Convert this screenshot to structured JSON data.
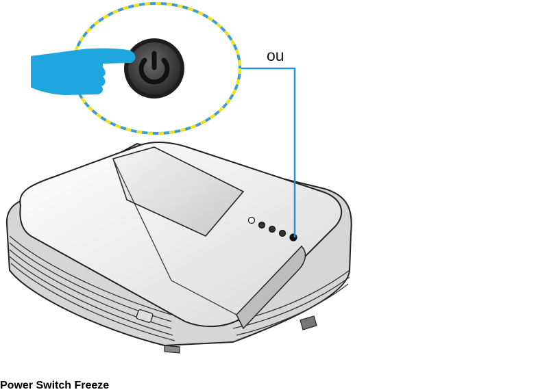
{
  "connector_text": "ou",
  "remote": {
    "power_label": "Power",
    "switch_label": "Switch",
    "freeze_label": "Freeze"
  },
  "colors": {
    "hand": "#1fa6df",
    "callout_border_yellow": "#f2e21a",
    "callout_border_blue": "#3a9bd9",
    "connector_line": "#2c8fd0",
    "power_button_dark": "#3c3c3c",
    "remote_body": "#e8e8e8"
  },
  "icons": [
    "power-icon",
    "pointing-hand-icon",
    "no-display-icon"
  ]
}
